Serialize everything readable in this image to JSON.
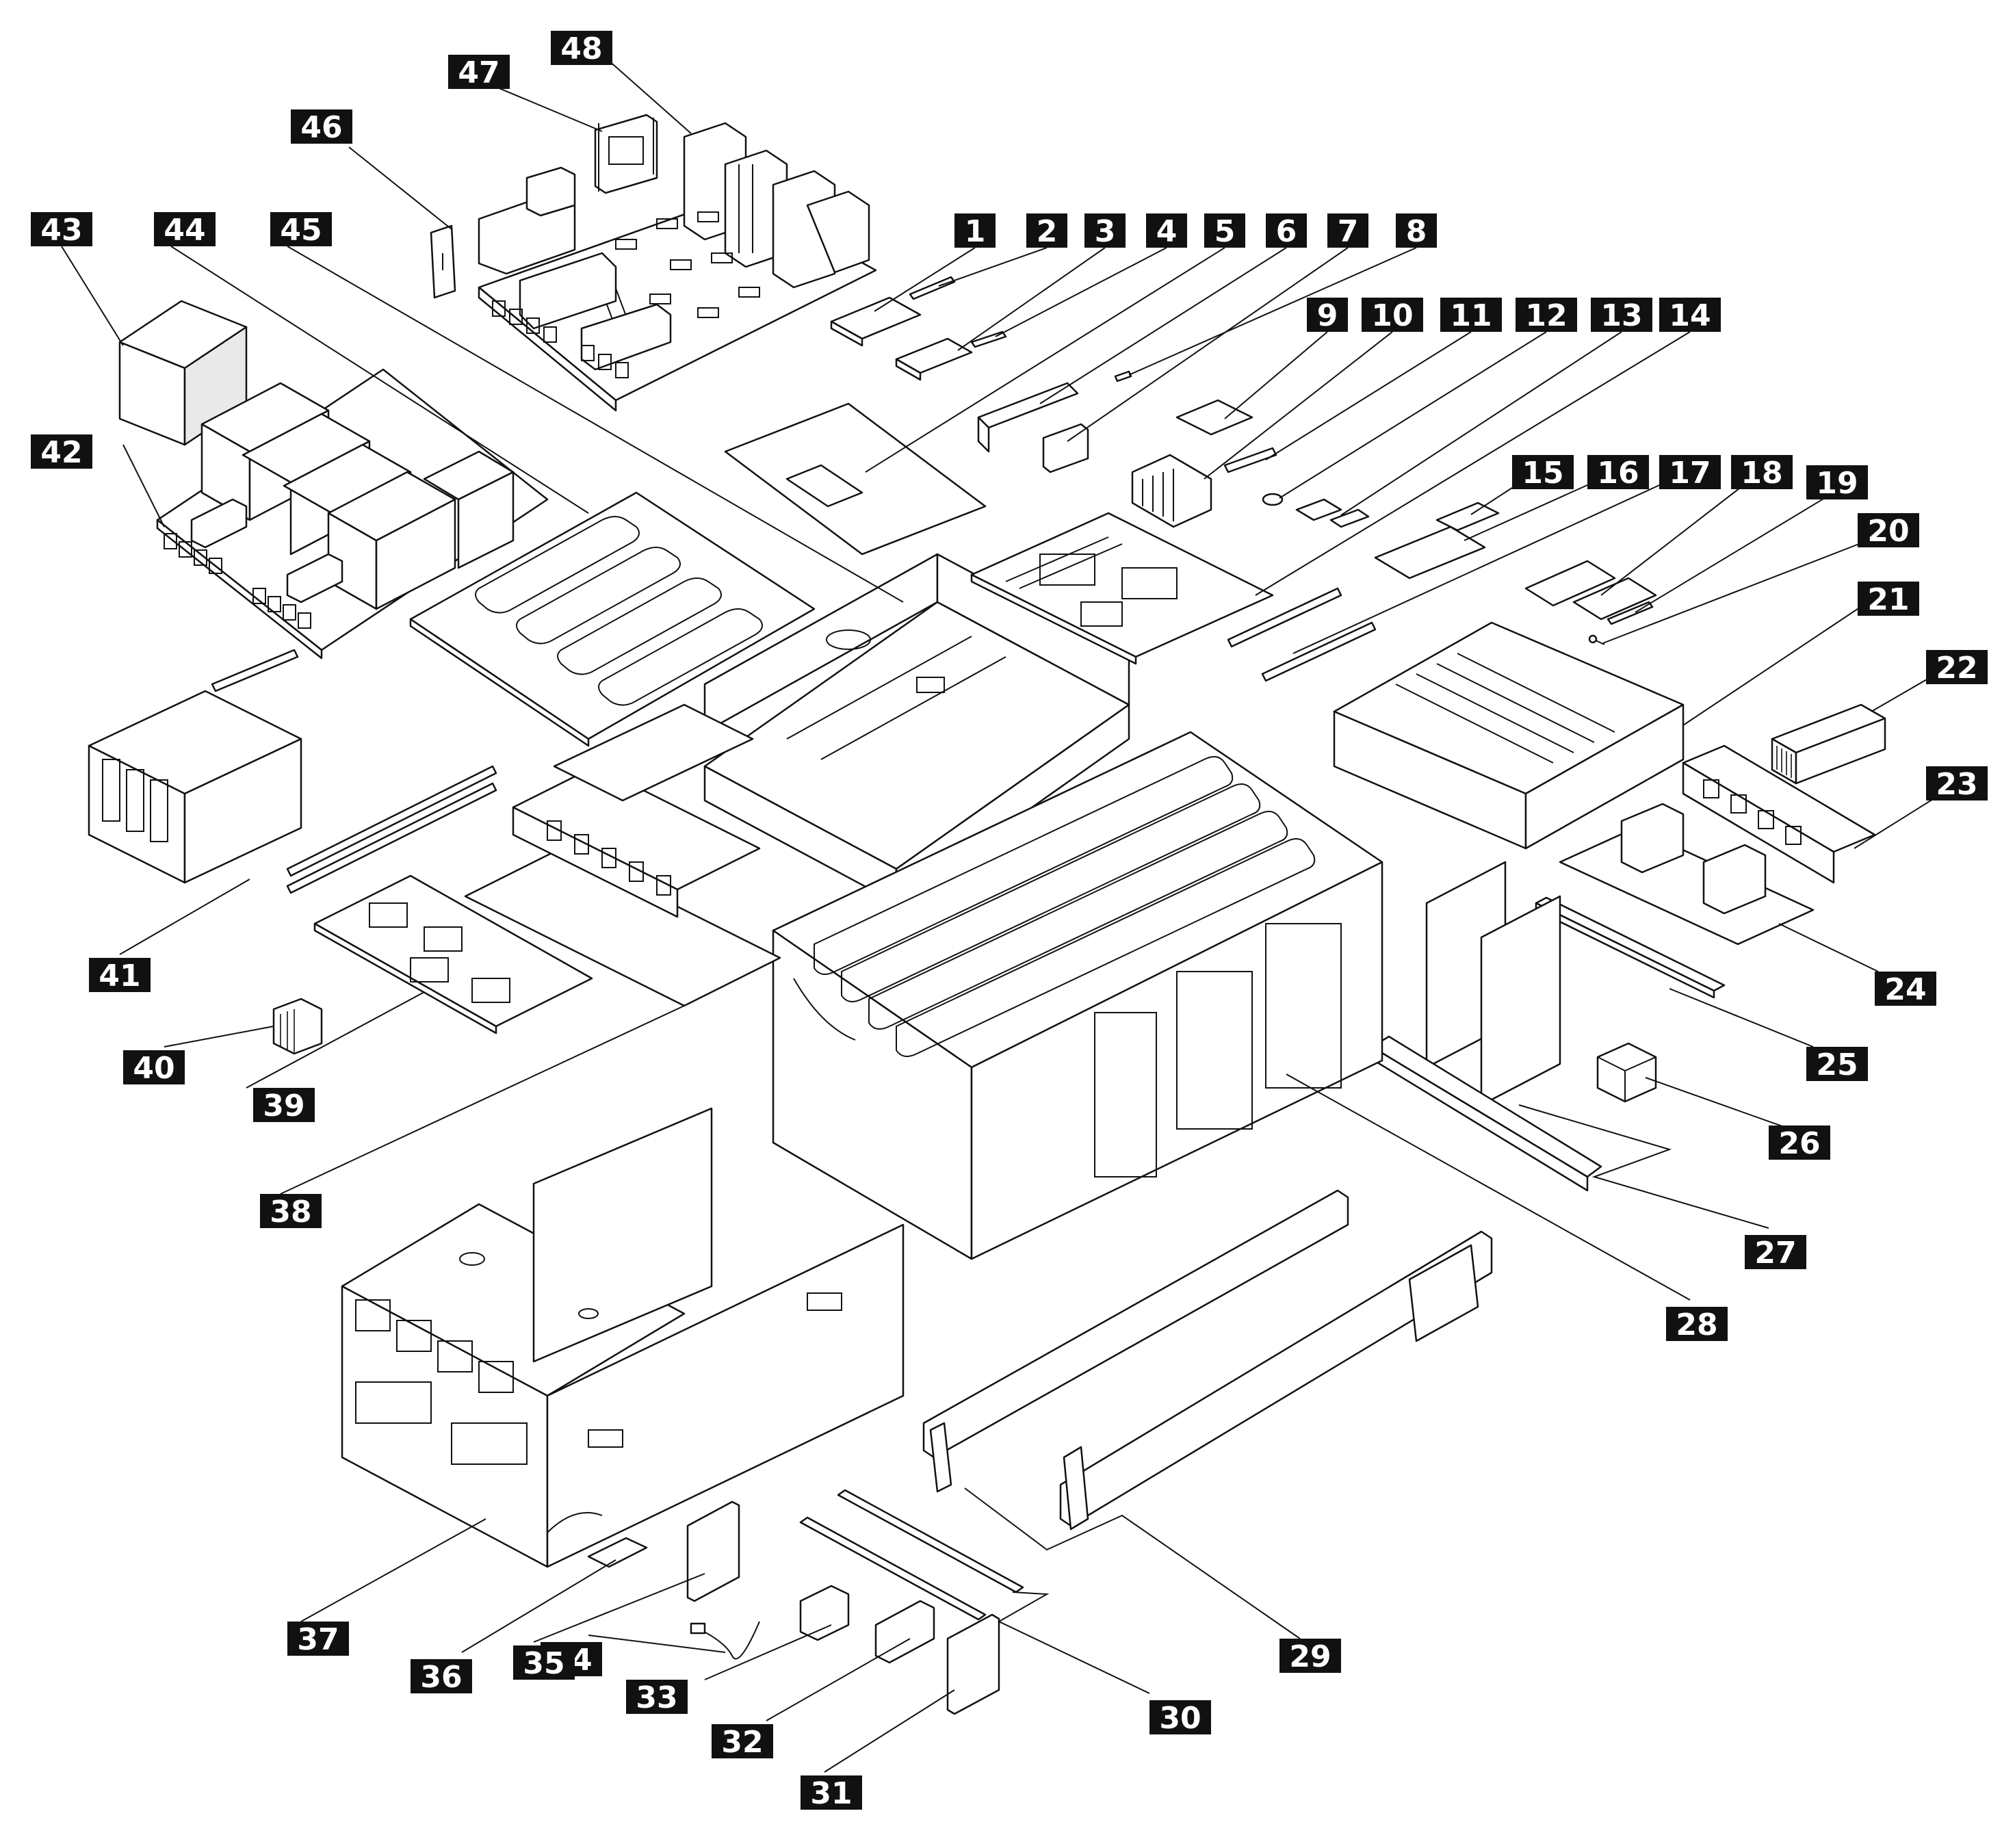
{
  "diagram": {
    "callouts": [
      "1",
      "2",
      "3",
      "4",
      "5",
      "6",
      "7",
      "8",
      "9",
      "10",
      "11",
      "12",
      "13",
      "14",
      "15",
      "16",
      "17",
      "18",
      "19",
      "20",
      "21",
      "22",
      "23",
      "24",
      "25",
      "26",
      "27",
      "28",
      "29",
      "30",
      "31",
      "32",
      "33",
      "34",
      "35",
      "36",
      "37",
      "38",
      "39",
      "40",
      "41",
      "42",
      "43",
      "44",
      "45",
      "46",
      "47",
      "48"
    ]
  }
}
